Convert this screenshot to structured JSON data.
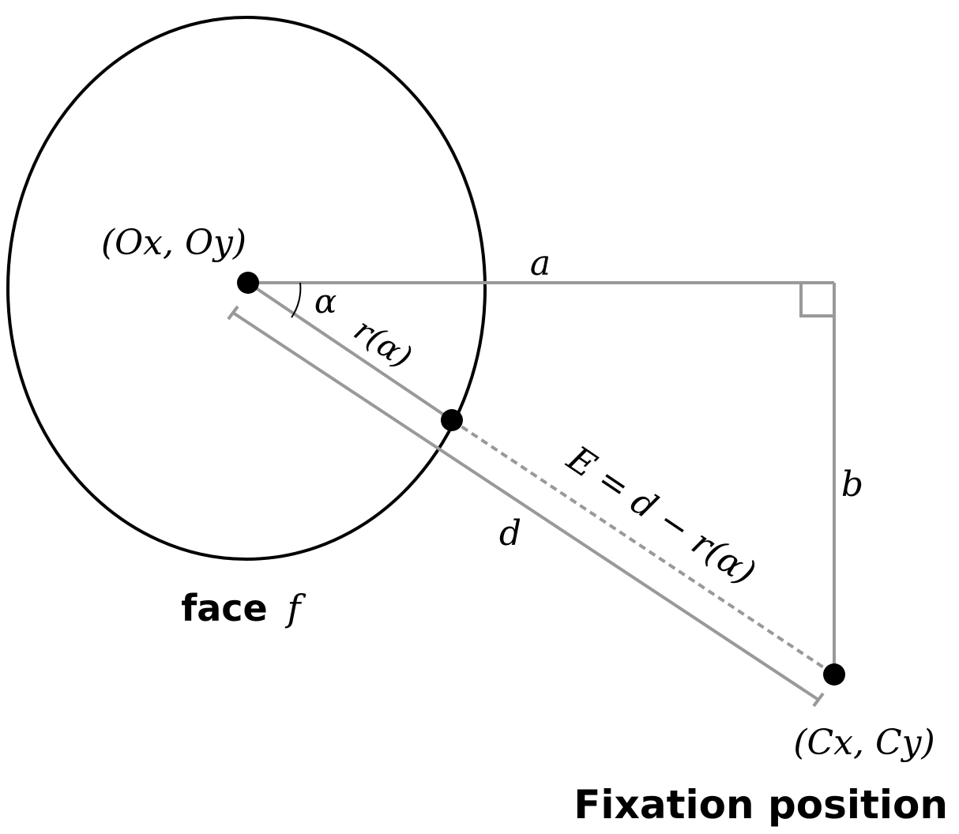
{
  "colors": {
    "ellipse_stroke": "#000000",
    "line_gray": "#999999",
    "point_fill": "#000000"
  },
  "labels": {
    "origin_point": "(Ox, Oy)",
    "side_a": "a",
    "side_b": "b",
    "angle": "α",
    "radius": "r(α)",
    "distance": "d",
    "error": "E = d − r(α)",
    "fixation_point": "(Cx, Cy)",
    "face_word": "face",
    "face_symbol": "f",
    "fixation_caption": "Fixation position"
  }
}
